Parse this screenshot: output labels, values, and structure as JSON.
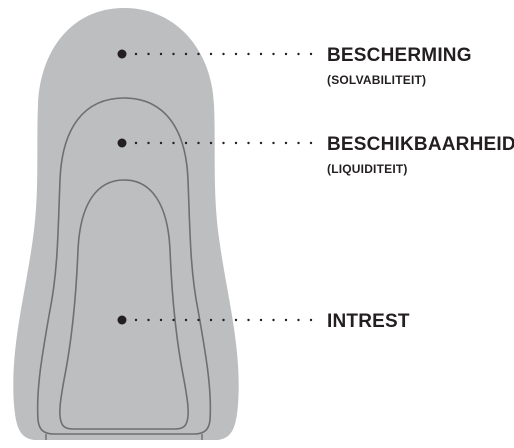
{
  "colors": {
    "body_fill": "#bdbec0",
    "outline": "#6f6f6f",
    "text": "#231f20",
    "dot": "#231f20"
  },
  "icon": "nested-matryoshka-doll-shape",
  "labels": {
    "outer": {
      "title": "BESCHERMING",
      "subtitle": "(SOLVABILITEIT)"
    },
    "middle": {
      "title": "BESCHIKBAARHEID",
      "subtitle": "(LIQUIDITEIT)"
    },
    "inner": {
      "title": "INTREST"
    }
  }
}
